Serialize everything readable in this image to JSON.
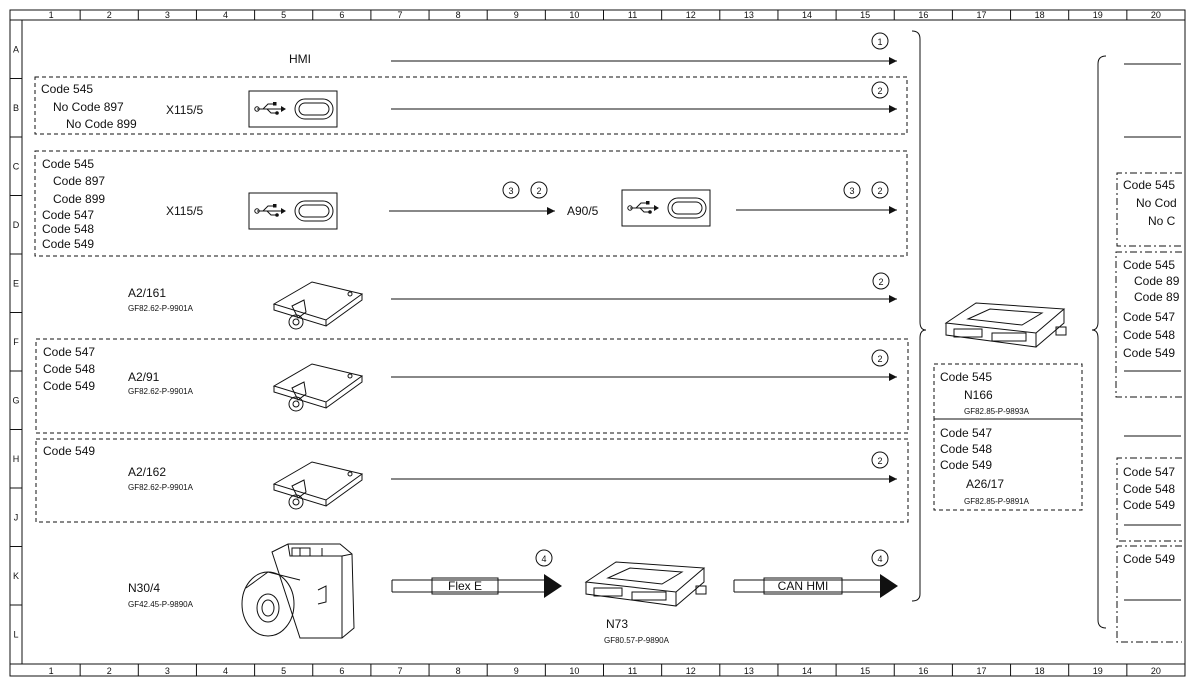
{
  "grid": {
    "columns": [
      "1",
      "2",
      "3",
      "4",
      "5",
      "6",
      "7",
      "8",
      "9",
      "10",
      "11",
      "12",
      "13",
      "14",
      "15",
      "16",
      "17",
      "18",
      "19",
      "20"
    ],
    "rows": [
      "A",
      "B",
      "C",
      "D",
      "E",
      "F",
      "G",
      "H",
      "J",
      "K",
      "L"
    ]
  },
  "labels": {
    "hmi": "HMI",
    "x115_5_a": "X115/5",
    "x115_5_b": "X115/5",
    "a90_5": "A90/5",
    "a2_161": "A2/161",
    "a2_161_ref": "GF82.62-P-9901A",
    "a2_91": "A2/91",
    "a2_91_ref": "GF82.62-P-9901A",
    "a2_162": "A2/162",
    "a2_162_ref": "GF82.62-P-9901A",
    "n30_4": "N30/4",
    "n30_4_ref": "GF42.45-P-9890A",
    "n73": "N73",
    "n73_ref": "GF80.57-P-9890A",
    "n166": "N166",
    "n166_ref": "GF82.85-P-9893A",
    "a26_17": "A26/17",
    "a26_17_ref": "GF82.85-P-9891A",
    "flex_e": "Flex E",
    "can_hmi": "CAN HMI"
  },
  "codes": {
    "b1": "Code 545",
    "b2": "No Code 897",
    "b3": "No Code 899",
    "c1": "Code 545",
    "c2": "Code 897",
    "c3": "Code 899",
    "c4": "Code 547",
    "c5": "Code 548",
    "c6": "Code 549",
    "f1": "Code 547",
    "f2": "Code 548",
    "f3": "Code 549",
    "h1": "Code 549",
    "n1": "Code 545",
    "a1": "Code 547",
    "a2": "Code 548",
    "a3": "Code 549",
    "r1": "Code 545",
    "r2": "No Cod",
    "r3": "No C",
    "r4": "Code 545",
    "r5": "Code 89",
    "r6": "Code 89",
    "r7": "Code 547",
    "r8": "Code 548",
    "r9": "Code 549",
    "r10": "Code 547",
    "r11": "Code 548",
    "r12": "Code 549",
    "r13": "Code 549"
  },
  "callouts": {
    "c_a": "1",
    "c_b": "2",
    "c_d1": "3",
    "c_d2": "2",
    "c_d3": "3",
    "c_d4": "2",
    "c_e": "2",
    "c_f": "2",
    "c_h": "2",
    "c_k1": "4",
    "c_k2": "4"
  }
}
